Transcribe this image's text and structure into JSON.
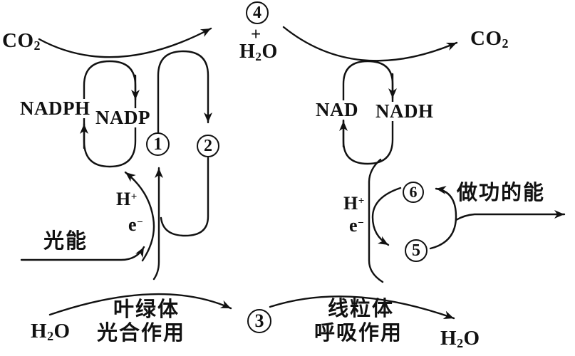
{
  "colors": {
    "ink": "#111111",
    "background": "#ffffff"
  },
  "left_system": {
    "co2": {
      "pre": "CO",
      "sub": "2"
    },
    "nadph": "NADPH",
    "nadp": "NADP",
    "h_plus": {
      "pre": "H",
      "sup": "+"
    },
    "e_minus": {
      "pre": "e",
      "sup": "−"
    },
    "light_energy": "光能",
    "h2o": {
      "pre": "H",
      "sub": "2",
      "post": "O"
    },
    "organelle": "叶绿体",
    "process": "光合作用"
  },
  "right_system": {
    "co2": {
      "pre": "CO",
      "sub": "2"
    },
    "nad": "NAD",
    "nadh": "NADH",
    "h_plus": {
      "pre": "H",
      "sup": "+"
    },
    "e_minus": {
      "pre": "e",
      "sup": "−"
    },
    "work_energy": "做功的能",
    "h2o": {
      "pre": "H",
      "sub": "2",
      "post": "O"
    },
    "organelle": "线粒体",
    "process": "呼吸作用"
  },
  "center": {
    "plus": "+",
    "h2o": {
      "pre": "H",
      "sub": "2",
      "post": "O"
    }
  },
  "steps": {
    "s1": "1",
    "s2": "2",
    "s3": "3",
    "s4": "4",
    "s5": "5",
    "s6": "6"
  }
}
